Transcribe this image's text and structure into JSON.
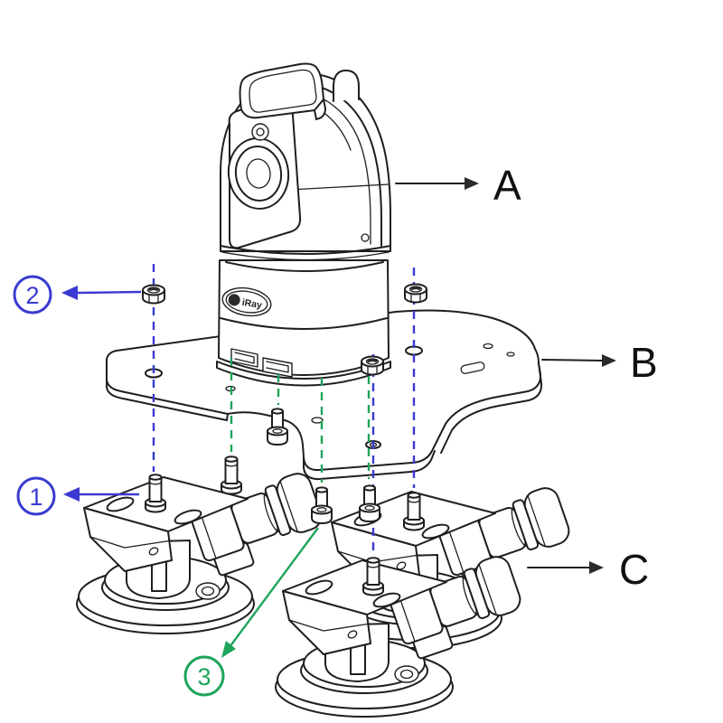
{
  "diagram": {
    "background_color": "#ffffff",
    "line_color": "#1f1f1f",
    "accent_blue": "#3a3ad2",
    "accent_green": "#1fa45c",
    "part_labels": {
      "a": "A",
      "b": "B",
      "c": "C"
    },
    "callouts": {
      "one": "1",
      "two": "2",
      "three": "3"
    },
    "camera_logo_text": "iRay"
  }
}
